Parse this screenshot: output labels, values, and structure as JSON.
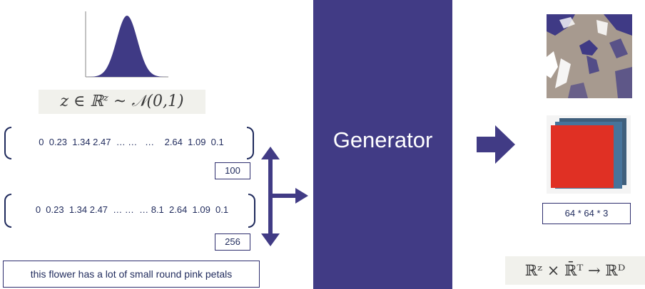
{
  "formulas": {
    "latent": "z ∈ ℝᶻ ~ 𝒩(0,1)",
    "space": "ℝᶻ × ℝ̄ᵀ → ℝᴰ"
  },
  "vectors": {
    "noise": "0  0.23  1.34 2.47  … …   …    2.64  1.09  0.1",
    "noise_dim": "100",
    "text_embedding": "0  0.23  1.34 2.47  … …  … 8.1  2.64  1.09  0.1",
    "text_embedding_dim": "256"
  },
  "caption": "this flower has a lot of small round pink petals",
  "generator": {
    "label": "Generator"
  },
  "output": {
    "dims": "64 * 64 * 3"
  },
  "colors": {
    "generator": "#413b85",
    "arrow": "#413b85",
    "tensor_red": "#e03024",
    "tensor_back": "#3f5f7c"
  },
  "icons": [
    "gaussian-curve",
    "double-arrow-icon",
    "right-arrow-icon",
    "flower-image",
    "rgb-tensor-image"
  ]
}
